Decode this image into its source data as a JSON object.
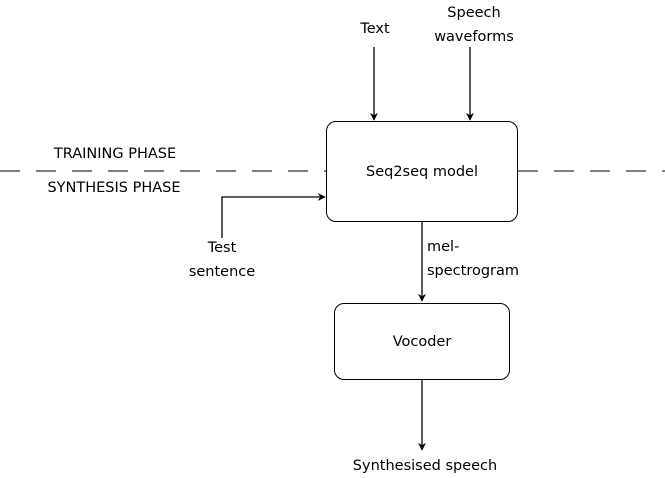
{
  "inputs": {
    "text": "Text",
    "speech_line1": "Speech",
    "speech_line2": "waveforms"
  },
  "phases": {
    "training": "TRAINING PHASE",
    "synthesis": "SYNTHESIS PHASE"
  },
  "test_input": {
    "line1": "Test",
    "line2": "sentence"
  },
  "model": {
    "label": "Seq2seq model"
  },
  "intermediate": {
    "line1": "mel-",
    "line2": "spectrogram"
  },
  "vocoder": {
    "label": "Vocoder"
  },
  "output": {
    "label": "Synthesised speech"
  }
}
